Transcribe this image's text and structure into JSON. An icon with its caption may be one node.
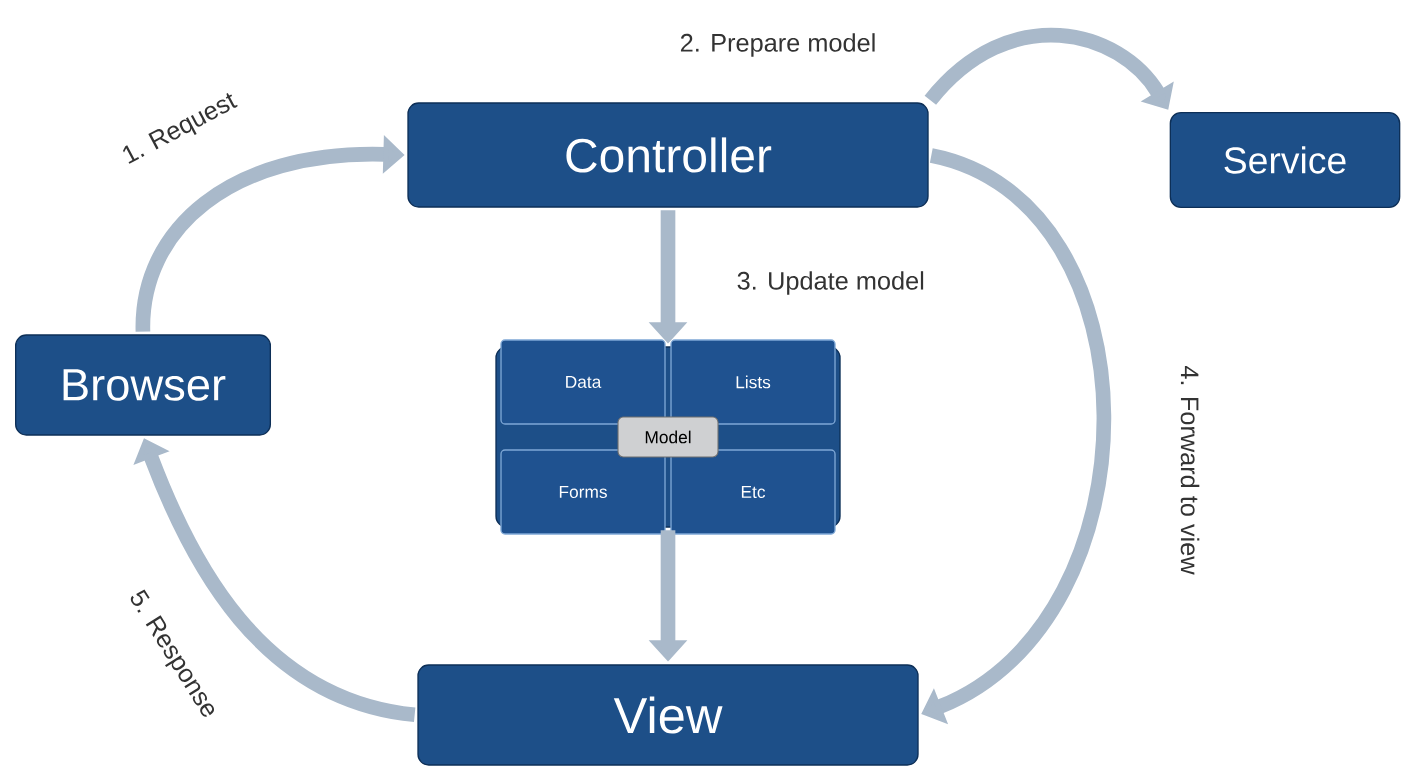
{
  "diagram": {
    "nodes": [
      {
        "text": [
          "Browser"
        ]
      },
      {
        "text": [
          "Controller"
        ]
      },
      {
        "text": [
          "Service"
        ]
      },
      {
        "text": [],
        "shape": "box"
      },
      {
        "text": [
          "Data"
        ],
        "in": 3
      },
      {
        "text": [
          "Lists"
        ],
        "in": 3
      },
      {
        "text": [
          "Forms"
        ],
        "in": 3
      },
      {
        "text": [
          "Etc"
        ],
        "in": 3
      },
      {
        "text": [
          "Model"
        ],
        "in": 3
      },
      {
        "text": [
          "View"
        ]
      }
    ],
    "edges": [
      {
        "from": 0,
        "to": 1,
        "arrow": "to",
        "label": "1. Request"
      },
      {
        "from": 1,
        "to": 2,
        "arrow": "to",
        "label": "2. Prepare model"
      },
      {
        "from": 1,
        "to": 3,
        "arrow": "to",
        "label": "3. Update model"
      },
      {
        "from": 1,
        "to": 9,
        "arrow": "to",
        "label": "4. Forward to view"
      },
      {
        "from": 3,
        "to": 9,
        "arrow": "to"
      },
      {
        "from": 9,
        "to": 0,
        "arrow": "to",
        "label": "5. Response"
      }
    ]
  }
}
